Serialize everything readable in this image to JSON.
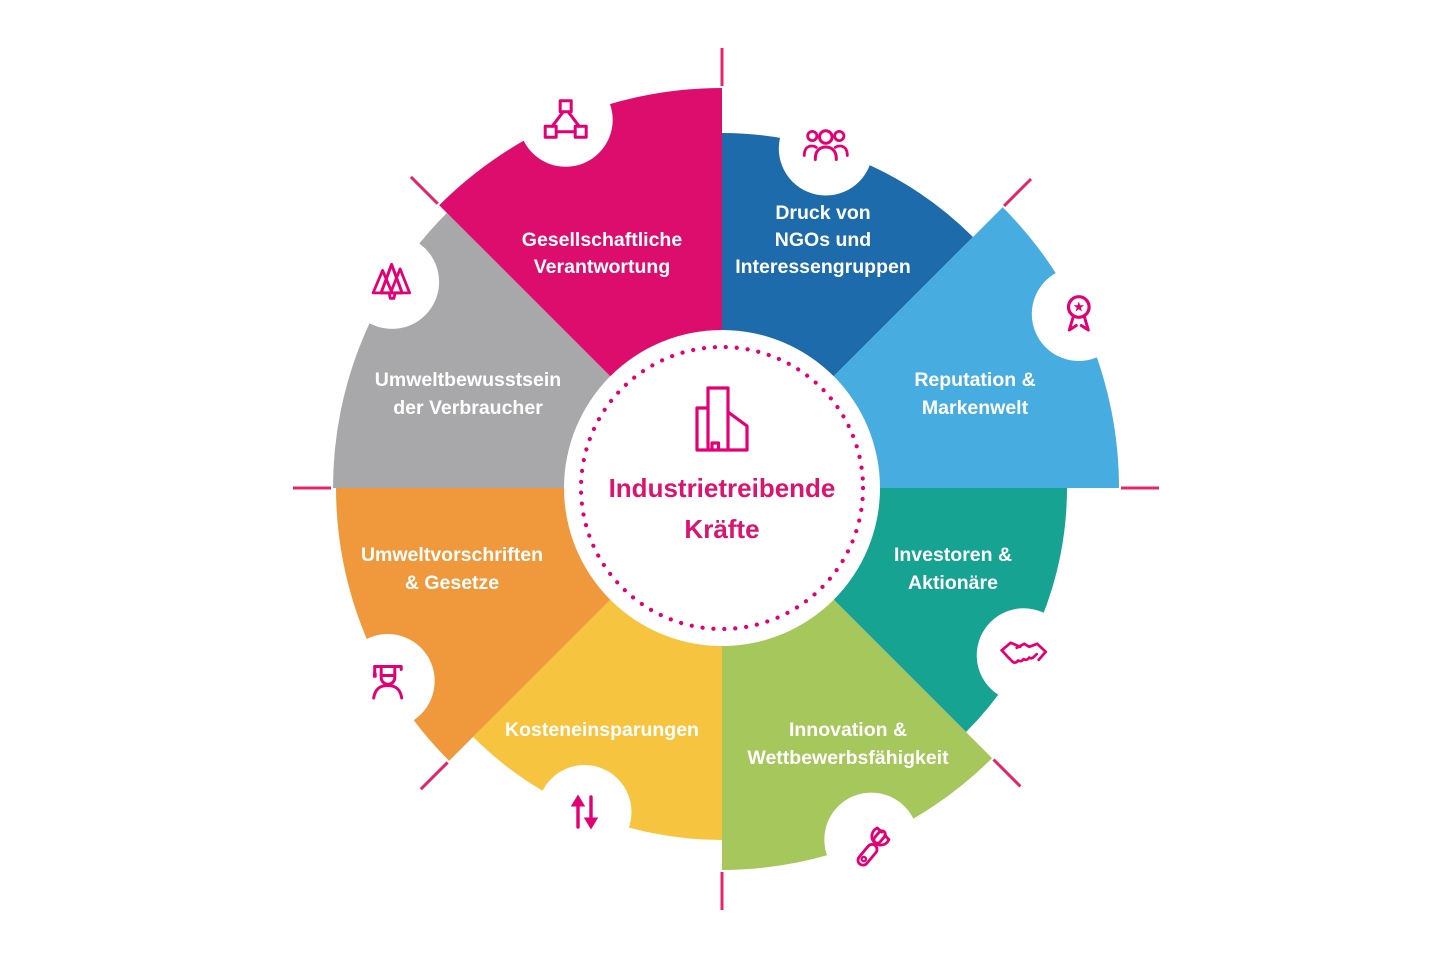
{
  "diagram": {
    "background_color": "#ffffff",
    "accent_color": "#e20074",
    "divider_line_color": "#e5256b",
    "label_text_color": "#ffffff",
    "center": {
      "title_lines": [
        "Industrietreibende",
        "Kräfte"
      ],
      "title_color": "#d9156f",
      "icon": "factory-icon"
    },
    "segments": [
      {
        "id": "ngo-pressure",
        "label_lines": [
          "Druck von",
          "NGOs und",
          "Interessengruppen"
        ],
        "color": "#1e6bac",
        "icon": "group-icon"
      },
      {
        "id": "reputation-brand",
        "label_lines": [
          "Reputation &",
          "Markenwelt"
        ],
        "color": "#47acdf",
        "icon": "award-icon"
      },
      {
        "id": "investors-shareholders",
        "label_lines": [
          "Investoren &",
          "Aktionäre"
        ],
        "color": "#16a391",
        "icon": "handshake-icon"
      },
      {
        "id": "innovation-competitiveness",
        "label_lines": [
          "Innovation &",
          "Wettbewerbsfähigkeit"
        ],
        "color": "#a6c75b",
        "icon": "robot-arm-icon"
      },
      {
        "id": "cost-savings",
        "label_lines": [
          "Kosteneinsparungen"
        ],
        "color": "#f7c440",
        "icon": "arrows-up-down-icon"
      },
      {
        "id": "environmental-regulations",
        "label_lines": [
          "Umweltvorschriften",
          "& Gesetze"
        ],
        "color": "#f0993c",
        "icon": "judge-icon"
      },
      {
        "id": "consumer-environmental-awareness",
        "label_lines": [
          "Umweltbewusstsein",
          "der Verbraucher"
        ],
        "color": "#a8a8aa",
        "icon": "trees-icon"
      },
      {
        "id": "social-responsibility",
        "label_lines": [
          "Gesellschaftliche",
          "Verantwortung"
        ],
        "color": "#dd0d6e",
        "icon": "org-chart-icon"
      }
    ]
  }
}
